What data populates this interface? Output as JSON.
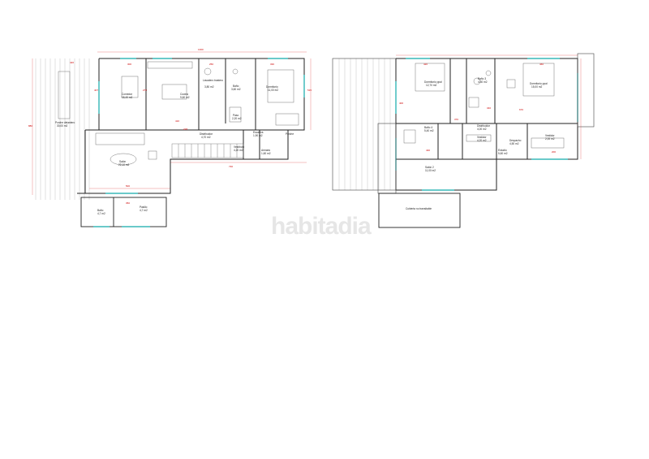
{
  "watermark": "habitadia",
  "ground_floor": {
    "rooms": [
      {
        "id": "porche-delantero",
        "name": "Porche delantero",
        "area": "30,00 m2"
      },
      {
        "id": "comedor",
        "name": "Comedor",
        "area": "15,40 m2"
      },
      {
        "id": "cocina",
        "name": "Cocina",
        "area": "9,60 m2"
      },
      {
        "id": "lavadero",
        "name": "Lavadero trastero",
        "area": "3,80 m2"
      },
      {
        "id": "bano",
        "name": "Baño",
        "area": "3,60 m2"
      },
      {
        "id": "paso",
        "name": "Paso",
        "area": "2,20 m2"
      },
      {
        "id": "dormitorio",
        "name": "Dormitorio",
        "area": "11,00 m2"
      },
      {
        "id": "salon",
        "name": "Salón",
        "area": "22,10 m2"
      },
      {
        "id": "distribuidor",
        "name": "Distribuidor",
        "area": "4,70 m2"
      },
      {
        "id": "vestibulo",
        "name": "Vestíbulo",
        "area": "4,20 m2"
      },
      {
        "id": "armario",
        "name": "Armario",
        "area": "1,60 m2"
      },
      {
        "id": "porche",
        "name": "Porche",
        "area": ""
      },
      {
        "id": "escalera",
        "name": "Escalera",
        "area": "1,90 m2"
      },
      {
        "id": "bano2",
        "name": "Baño",
        "area": "4,7 m2"
      },
      {
        "id": "pasillo",
        "name": "Pasillo",
        "area": "4,7 m2"
      }
    ],
    "dimensions": {
      "top_total": "1300",
      "top_a": "420",
      "top_b": "300",
      "top_c": "250",
      "top_d": "330",
      "left_total": "880",
      "right_total": "515",
      "inner_a": "407",
      "inner_b": "270",
      "bottom_a": "730",
      "bottom_b": "500",
      "bottom_c": "350",
      "side": "410",
      "mid": "228"
    }
  },
  "first_floor": {
    "rooms": [
      {
        "id": "dorm-ppal-1",
        "name": "Dormitorio ppal",
        "area": "12,70 m2"
      },
      {
        "id": "bano-3",
        "name": "Baño 3",
        "area": "4,30 m2"
      },
      {
        "id": "dorm-ppal-2",
        "name": "Dormitorio ppal",
        "area": "15,00 m2"
      },
      {
        "id": "bano-4",
        "name": "Baño 4",
        "area": "5,40 m2"
      },
      {
        "id": "distribuidor-2",
        "name": "Distribuidor",
        "area": "4,00 m2"
      },
      {
        "id": "vestidor",
        "name": "Vestidor",
        "area": "4,20 m2"
      },
      {
        "id": "vestidor-2",
        "name": "Vestidor",
        "area": "2,00 m2"
      },
      {
        "id": "despacho",
        "name": "Despacho",
        "area": "4,50 m2"
      },
      {
        "id": "estudio",
        "name": "Estudio",
        "area": "5,60 m2"
      },
      {
        "id": "salon-2",
        "name": "Salón 2",
        "area": "11,00 m2"
      },
      {
        "id": "cubierta",
        "name": "Cubierta no transitable",
        "area": ""
      }
    ],
    "dimensions": {
      "top_a": "420",
      "top_b": "460",
      "left": "400",
      "right": "670",
      "mid_a": "430",
      "mid_b": "370",
      "mid_c": "200",
      "low": "340"
    }
  }
}
